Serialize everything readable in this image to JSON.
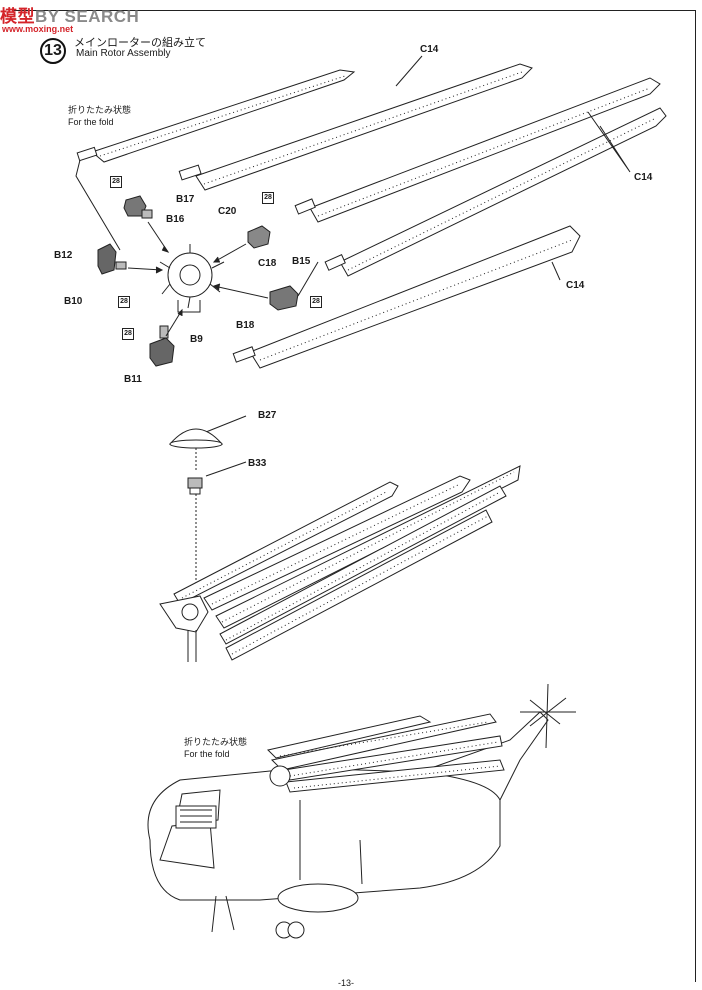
{
  "watermark": {
    "part1": "模型",
    "part2": "BY SEARCH",
    "sub": "www.moxing.net"
  },
  "step": {
    "number": "13",
    "title_jp": "メインローターの組み立て",
    "title_en": "Main Rotor Assembly"
  },
  "notes": [
    {
      "jp": "折りたたみ状態",
      "en": "For the fold"
    },
    {
      "jp": "折りたたみ状態",
      "en": "For the fold"
    }
  ],
  "parts": {
    "c14": "C14",
    "b17": "B17",
    "b16": "B16",
    "c20": "C20",
    "c18": "C18",
    "b12": "B12",
    "b10": "B10",
    "b15": "B15",
    "b18": "B18",
    "b9": "B9",
    "b11": "B11",
    "b27": "B27",
    "b33": "B33"
  },
  "cement_badge": "28",
  "page_number": "-13-"
}
